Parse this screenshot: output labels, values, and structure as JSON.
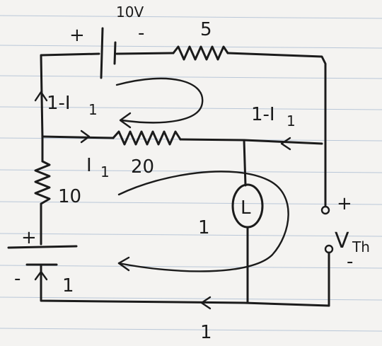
{
  "labels": {
    "source_top_value": "10V",
    "source_top_plus": "+",
    "source_top_minus": "-",
    "r5_value": "5",
    "left_current": "1-I",
    "left_current_sub": "1",
    "right_current": "1-I",
    "right_current_sub": "1",
    "middle_current": "I",
    "middle_current_sub": "1",
    "r20_value": "20",
    "r10_value": "10",
    "middle_branch_value": "1",
    "current_source": "L",
    "terminal_plus": "+",
    "vth_main": "V",
    "vth_sub": "Th",
    "terminal_minus": "-",
    "source_bottom_plus": "+",
    "source_bottom_minus": "-",
    "source_bottom_value": "1",
    "bottom_current": "1"
  },
  "colors": {
    "ink": "#1b1b1b",
    "paper": "#f4f3f1",
    "rule": "#b9c7d8"
  }
}
